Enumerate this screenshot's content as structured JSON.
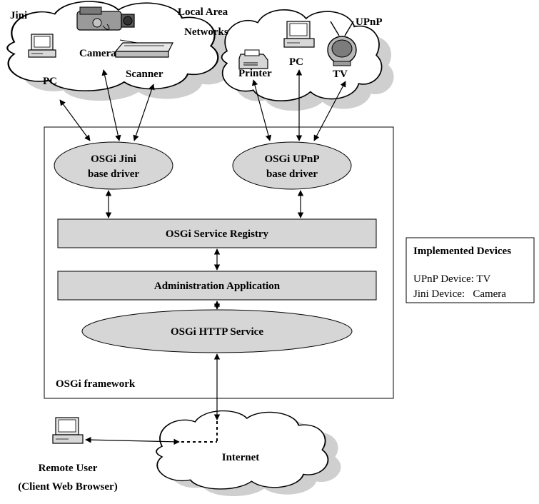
{
  "clouds": {
    "jini": {
      "name": "Jini",
      "devices": {
        "pc": "PC",
        "camera": "Camera",
        "scanner": "Scanner"
      }
    },
    "lan_label": [
      "Local Area",
      "Networks"
    ],
    "upnp": {
      "name": "UPnP",
      "devices": {
        "printer": "Printer",
        "pc": "PC",
        "tv": "TV"
      }
    },
    "internet": {
      "name": "Internet"
    }
  },
  "framework": {
    "label": "OSGi framework",
    "jini_driver": [
      "OSGi Jini",
      "base driver"
    ],
    "upnp_driver": [
      "OSGi UPnP",
      "base driver"
    ],
    "service_registry": "OSGi Service Registry",
    "admin_app": "Administration Application",
    "http_service": "OSGi HTTP Service"
  },
  "remote_user": {
    "label": "Remote User",
    "sublabel": "(Client Web Browser)"
  },
  "legend": {
    "title": "Implemented Devices",
    "lines": [
      "UPnP Device: TV",
      "Jini Device:   Camera"
    ]
  }
}
